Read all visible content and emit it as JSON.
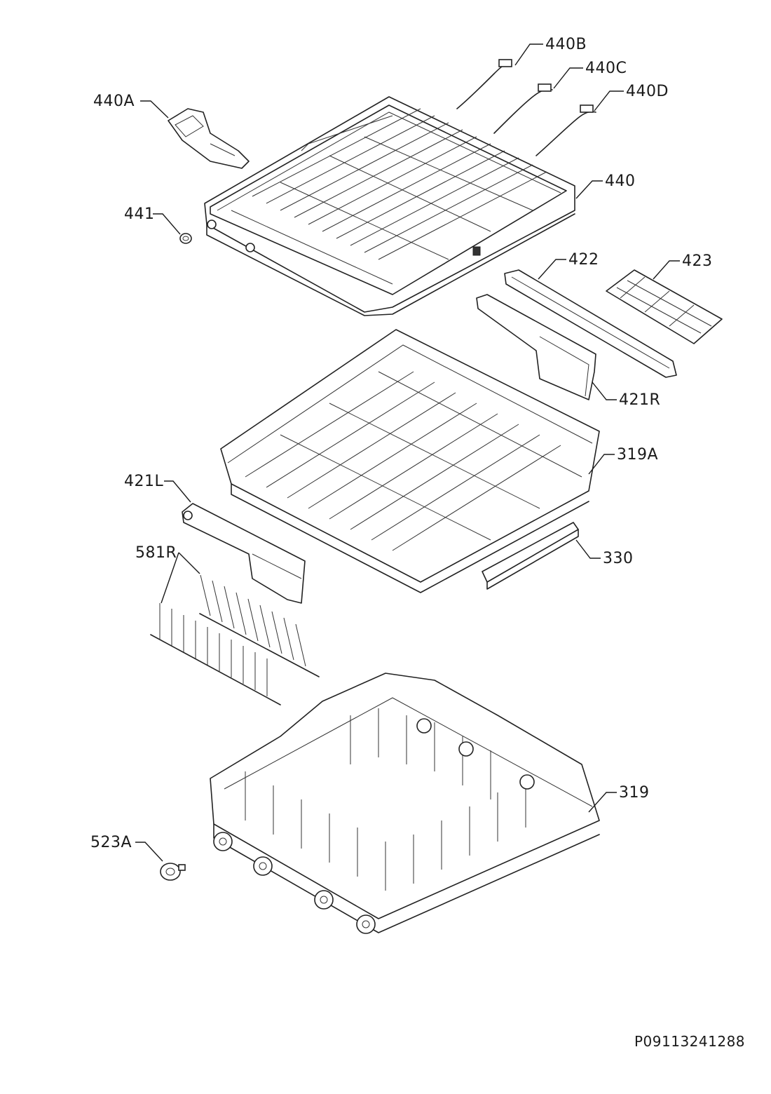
{
  "labels": {
    "l440B": "440B",
    "l440C": "440C",
    "l440D": "440D",
    "l440A": "440A",
    "l440": "440",
    "l441": "441",
    "l422": "422",
    "l423": "423",
    "l421R": "421R",
    "l319A": "319A",
    "l421L": "421L",
    "l330": "330",
    "l581R": "581R",
    "l319": "319",
    "l523A": "523A"
  },
  "document_code": "P09113241288"
}
